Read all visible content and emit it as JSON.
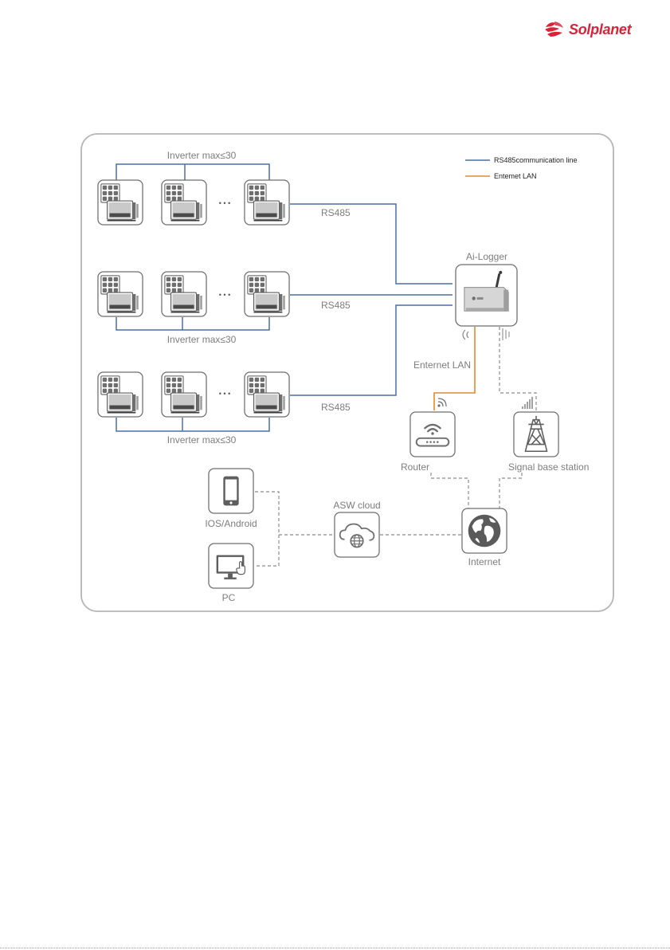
{
  "brand": {
    "name": "Solplanet",
    "color": "#d8233a"
  },
  "colors": {
    "rs485_line": "#4a6fa5",
    "lan_line": "#e08a2e",
    "dashed_line": "#8c8c8c",
    "frame": "#b5b5b5",
    "device_border": "#6e6e6e",
    "label": "#7d7d7d"
  },
  "diagram": {
    "legend": {
      "rs485": "RS485communication line",
      "lan": "Entemet LAN"
    },
    "inverter_groups": [
      {
        "label": "Inverter max≤30",
        "rs485_label": "RS485",
        "ellipsis": "• • •"
      },
      {
        "label": "Inverter max≤30",
        "rs485_label": "RS485",
        "ellipsis": "• • •"
      },
      {
        "label": "Inverter max≤30",
        "rs485_label": "RS485",
        "ellipsis": "• • •"
      }
    ],
    "logger_label": "Ai-Logger",
    "lan_label": "Enternet LAN",
    "router_label": "Router",
    "base_station_label": "Signal base station",
    "cloud_label": "ASW cloud",
    "internet_label": "Internet",
    "mobile_label": "IOS/Android",
    "pc_label": "PC"
  }
}
